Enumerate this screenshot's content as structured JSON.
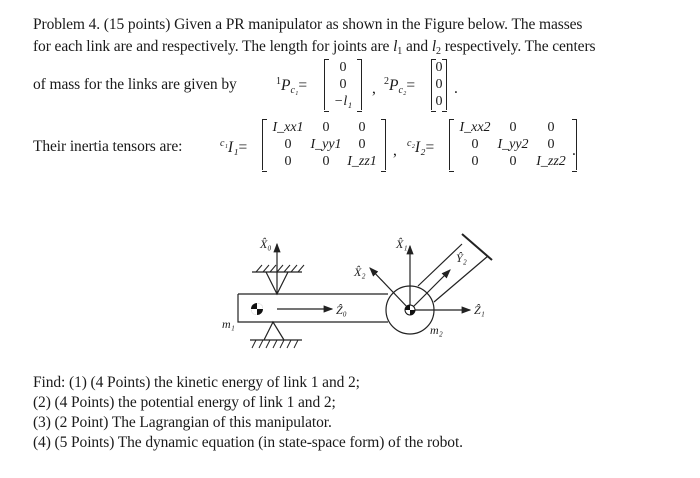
{
  "problem": {
    "line1": "Problem 4. (15 points) Given a PR manipulator as shown in the Figure below. The masses",
    "line2_a": "for each link are and respectively. The length for joints are ",
    "l1": "l",
    "l1_sub": "1",
    "and": " and ",
    "l2": "l",
    "l2_sub": "2",
    "line2_b": " respectively. The centers",
    "line3": "of mass for the links are given by",
    "line4": "Their inertia tensors are:"
  },
  "com": {
    "p1_sup": "1",
    "p1_sym": "P",
    "p1_sub": "c₁",
    "p1_values": [
      "0",
      "0",
      "−l₁"
    ],
    "p2_sup": "2",
    "p2_sym": "P",
    "p2_sub": "c₂",
    "p2_values": [
      "0",
      "0",
      "0"
    ]
  },
  "inertia": {
    "i1_sup": "c₁",
    "i1_sym": "I₁",
    "i1_values": [
      "I_xx1",
      "0",
      "0",
      "0",
      "I_yy1",
      "0",
      "0",
      "0",
      "I_zz1"
    ],
    "i2_sup": "c₂",
    "i2_sym": "I₂",
    "i2_values": [
      "I_xx2",
      "0",
      "0",
      "0",
      "I_yy2",
      "0",
      "0",
      "0",
      "I_zz2"
    ]
  },
  "figure": {
    "labels": {
      "x0": "X̂₀",
      "z0": "Ẑ₀",
      "x1": "X̂₁",
      "z1": "Ẑ₁",
      "x2": "X̂₂",
      "y2": "Ŷ₂",
      "m1": "m₁",
      "m2": "m₂"
    }
  },
  "find": {
    "items": [
      "Find: (1) (4 Points) the kinetic energy of link 1 and 2;",
      "(2) (4 Points) the potential energy of link 1 and 2;",
      "(3) (2 Point) The Lagrangian of this manipulator.",
      "(4) (5 Points) The dynamic equation (in state-space form) of the robot."
    ]
  }
}
